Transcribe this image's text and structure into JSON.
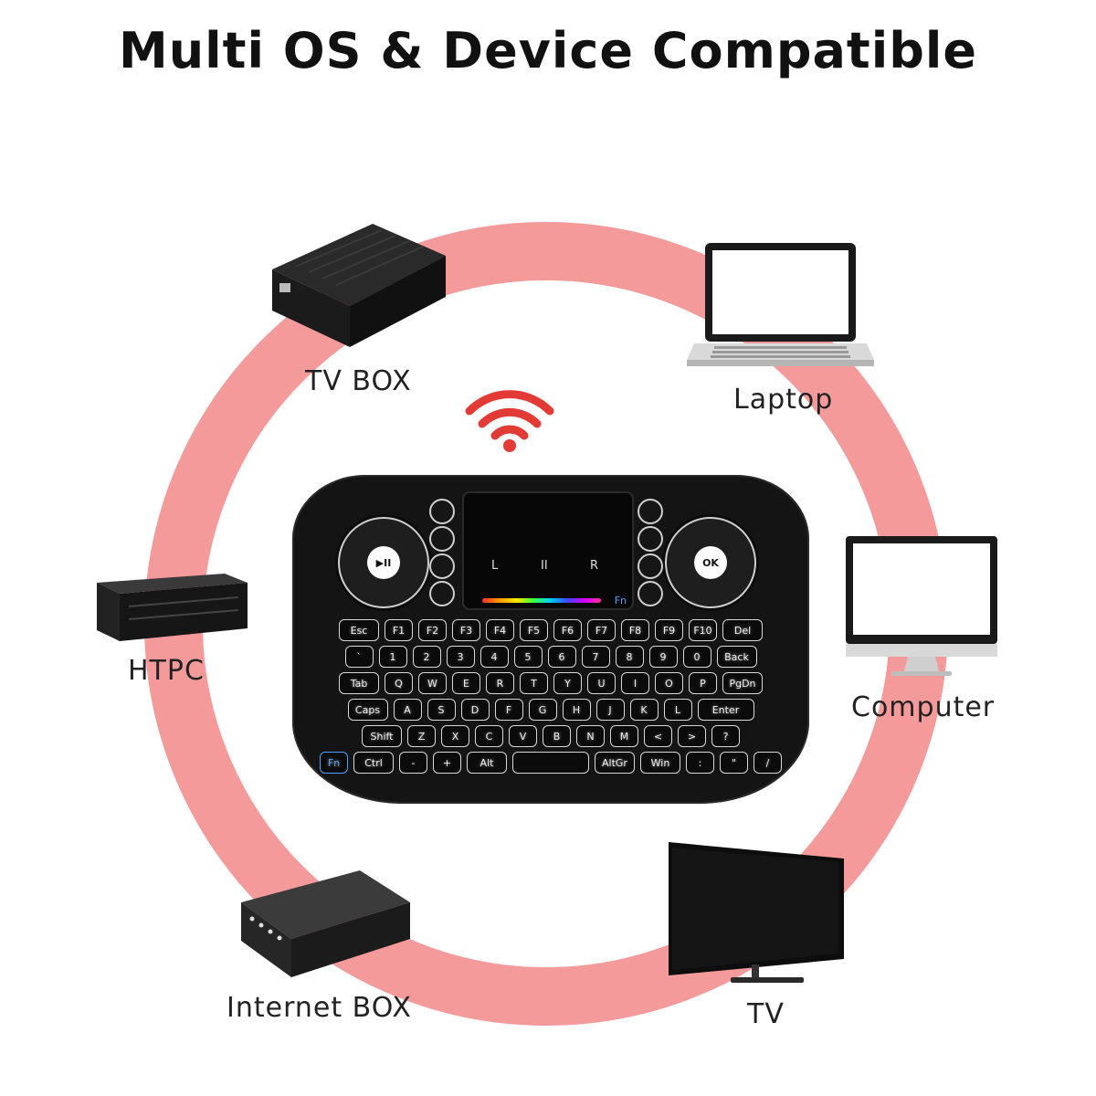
{
  "title": "Multi OS & Device Compatible",
  "colors": {
    "ring": "#f59a9a",
    "wifi": "#e23a34",
    "text": "#222222"
  },
  "labels": {
    "tv_box": "TV BOX",
    "laptop": "Laptop",
    "htpc": "HTPC",
    "computer": "Computer",
    "internet_box": "Internet BOX",
    "tv": "TV"
  },
  "keyboard": {
    "touchpad": {
      "left": "L",
      "mid": "II",
      "right": "R",
      "fn": "Fn"
    },
    "dpad_right_center": "OK",
    "dpad_left_center": "▶II",
    "rows": [
      [
        "Esc",
        "F1",
        "F2",
        "F3",
        "F4",
        "F5",
        "F6",
        "F7",
        "F8",
        "F9",
        "F10",
        "Del"
      ],
      [
        "`",
        "1",
        "2",
        "3",
        "4",
        "5",
        "6",
        "7",
        "8",
        "9",
        "0",
        "Back"
      ],
      [
        "Tab",
        "Q",
        "W",
        "E",
        "R",
        "T",
        "Y",
        "U",
        "I",
        "O",
        "P",
        "PgDn"
      ],
      [
        "Caps",
        "A",
        "S",
        "D",
        "F",
        "G",
        "H",
        "J",
        "K",
        "L",
        "Enter"
      ],
      [
        "Shift",
        "Z",
        "X",
        "C",
        "V",
        "B",
        "N",
        "M",
        "<",
        ">",
        "?"
      ],
      [
        "Fn",
        "Ctrl",
        "-",
        "+",
        "Alt",
        "",
        "AltGr",
        "Win",
        ":",
        "\"",
        "/"
      ]
    ]
  }
}
